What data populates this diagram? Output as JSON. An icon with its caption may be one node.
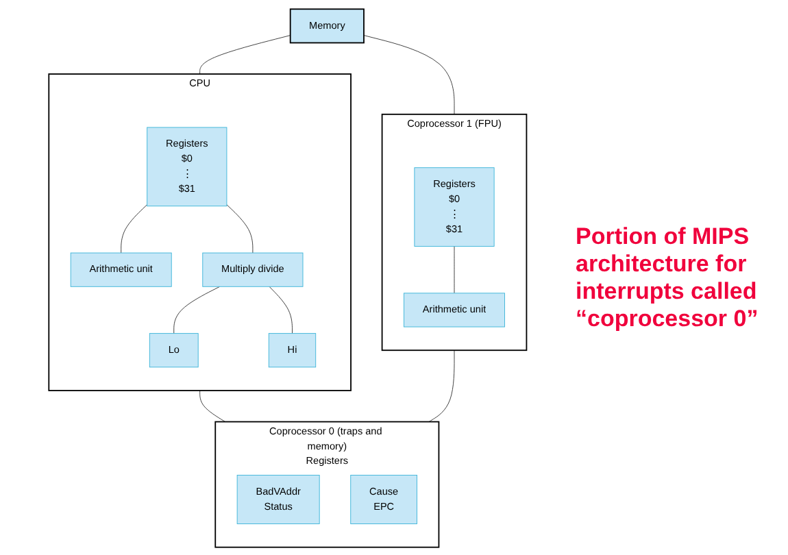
{
  "diagram": {
    "nodes": [
      {
        "text": [
          "Memory"
        ]
      },
      {
        "text": [
          "CPU"
        ]
      },
      {
        "text": [
          "Registers",
          "$0",
          "⋮",
          "$31"
        ],
        "in": 1
      },
      {
        "text": [
          "Arithmetic unit"
        ],
        "in": 1
      },
      {
        "text": [
          "Multiply divide"
        ],
        "in": 1
      },
      {
        "text": [
          "Lo"
        ],
        "in": 1
      },
      {
        "text": [
          "Hi"
        ],
        "in": 1
      },
      {
        "text": [
          "Coprocessor 1 (FPU)"
        ]
      },
      {
        "text": [
          "Registers",
          "$0",
          "⋮",
          "$31"
        ],
        "in": 7
      },
      {
        "text": [
          "Arithmetic unit"
        ],
        "in": 7
      },
      {
        "text": [
          "Coprocessor 0 (traps and memory)",
          "Registers"
        ]
      },
      {
        "text": [
          "BadVAddr",
          "Status"
        ],
        "in": 10
      },
      {
        "text": [
          "Cause",
          "EPC"
        ],
        "in": 10
      }
    ],
    "edges": [
      {
        "from": 0,
        "to": 1,
        "arrow": "none"
      },
      {
        "from": 0,
        "to": 7,
        "arrow": "none"
      },
      {
        "from": 2,
        "to": 3,
        "arrow": "none"
      },
      {
        "from": 2,
        "to": 4,
        "arrow": "none"
      },
      {
        "from": 4,
        "to": 5,
        "arrow": "none"
      },
      {
        "from": 4,
        "to": 6,
        "arrow": "none"
      },
      {
        "from": 8,
        "to": 9,
        "arrow": "none"
      },
      {
        "from": 1,
        "to": 10,
        "arrow": "none"
      },
      {
        "from": 7,
        "to": 10,
        "arrow": "none"
      }
    ],
    "labels": [
      "Portion of MIPS architecture for interrupts called “coprocessor 0”"
    ]
  }
}
